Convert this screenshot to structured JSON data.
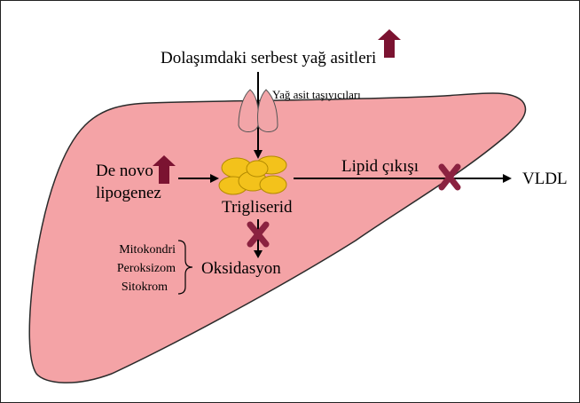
{
  "diagram": {
    "title_fatty_acids": "Dolaşımdaki serbest yağ asitleri",
    "transporters": "Yağ asit taşıyıcıları",
    "de_novo_line1": "De novo",
    "de_novo_line2": "lipogenez",
    "triglyceride": "Trigliserid",
    "lipid_export": "Lipid çıkışı",
    "vldl": "VLDL",
    "oxidation": "Oksidasyon",
    "oxidation_sites": [
      "Mitokondri",
      "Peroksizom",
      "Sitokrom"
    ]
  },
  "colors": {
    "liver_fill": "#f4a3a6",
    "liver_stroke": "#2b2b2b",
    "increase_arrow": "#7b1331",
    "block_cross": "#8b2240",
    "transporter_fill": "#f2a5a8",
    "triglyceride_fill": "#f3c21b",
    "triglyceride_stroke": "#b38a00"
  },
  "icons": {
    "increase": "up-arrow-icon",
    "blocked": "cross-icon"
  }
}
